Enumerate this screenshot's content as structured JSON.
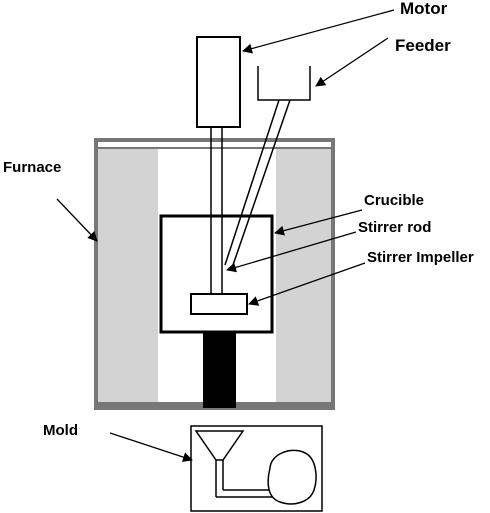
{
  "labels": {
    "motor": "Motor",
    "feeder": "Feeder",
    "furnace": "Furnace",
    "crucible": "Crucible",
    "stirrer_rod": "Stirrer rod",
    "stirrer_impeller": "Stirrer Impeller",
    "mold": "Mold"
  },
  "colors": {
    "insulation_gray": "#d3d3d3",
    "furnace_wall": "#777777",
    "outlet_black": "#000000",
    "line": "#000000"
  }
}
